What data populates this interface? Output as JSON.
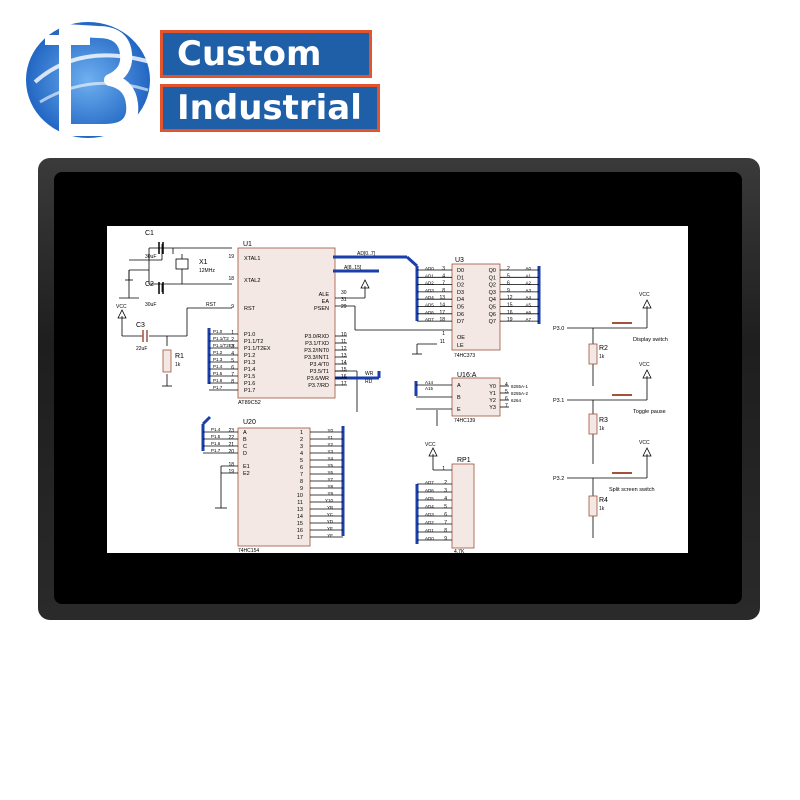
{
  "brand": {
    "logo_icon": "letter-b-globe-icon",
    "line1": "Custom",
    "line2": "Industrial",
    "colors": {
      "primary": "#1f5fa8",
      "accent": "#e2542b"
    }
  },
  "schematic": {
    "mcu": {
      "ref": "U1",
      "part": "AT89C52",
      "left_pins": [
        {
          "name": "XTAL1",
          "num": "19"
        },
        {
          "name": "XTAL2",
          "num": "18"
        },
        {
          "name": "RST",
          "num": "9"
        },
        {
          "name": "P1.0",
          "num": "1"
        },
        {
          "name": "P1.1/T2",
          "num": "2"
        },
        {
          "name": "P1.1/T2EX",
          "num": "3"
        },
        {
          "name": "P1.2",
          "num": "4"
        },
        {
          "name": "P1.3",
          "num": "5"
        },
        {
          "name": "P1.4",
          "num": "6"
        },
        {
          "name": "P1.5",
          "num": "7"
        },
        {
          "name": "P1.6",
          "num": "8"
        },
        {
          "name": "P1.7",
          "num": ""
        }
      ],
      "right_pins": [
        {
          "name": "ALE",
          "num": "30"
        },
        {
          "name": "EA",
          "num": "31"
        },
        {
          "name": "PSEN",
          "num": "29"
        },
        {
          "name": "P3.0/RXD",
          "num": "10"
        },
        {
          "name": "P3.1/TXD",
          "num": "11"
        },
        {
          "name": "P3.2/INT0",
          "num": "12"
        },
        {
          "name": "P3.3/INT1",
          "num": "13"
        },
        {
          "name": "P3.4/T0",
          "num": "14"
        },
        {
          "name": "P3.5/T1",
          "num": "15"
        },
        {
          "name": "P3.6/WR",
          "num": "16"
        },
        {
          "name": "P3.7/RD",
          "num": "17"
        }
      ],
      "bus1": "AD[0..7]",
      "bus2": "A[8..15]",
      "wr": "WR",
      "rd": "RD"
    },
    "caps": [
      {
        "ref": "C1",
        "value": "30uF"
      },
      {
        "ref": "C2",
        "value": "30uF"
      },
      {
        "ref": "C3",
        "value": "22uF"
      }
    ],
    "crystal": {
      "ref": "X1",
      "value": "12MHz"
    },
    "r1": {
      "ref": "R1",
      "value": "1k"
    },
    "vcc": "VCC",
    "rst_net": "RST",
    "latch": {
      "ref": "U3",
      "part": "74HC373",
      "in_pins": [
        "D0",
        "D1",
        "D2",
        "D3",
        "D4",
        "D5",
        "D6",
        "D7"
      ],
      "out_pins": [
        "Q0",
        "Q1",
        "Q2",
        "Q3",
        "Q4",
        "Q5",
        "Q6",
        "Q7"
      ],
      "in_nums": [
        "3",
        "4",
        "7",
        "8",
        "13",
        "14",
        "17",
        "18"
      ],
      "out_nums": [
        "2",
        "5",
        "6",
        "9",
        "12",
        "15",
        "16",
        "19"
      ],
      "in_nets": [
        "AD0",
        "AD1",
        "AD2",
        "AD3",
        "AD4",
        "AD5",
        "AD6",
        "AD7"
      ],
      "out_nets": [
        "A0",
        "A1",
        "A2",
        "A3",
        "A4",
        "A5",
        "A6",
        "A7"
      ],
      "oe": "OE",
      "le": "LE",
      "oe_num": "1",
      "le_num": "11"
    },
    "decoder2": {
      "ref": "U16:A",
      "part": "74HC139",
      "in_pins": [
        "A",
        "B",
        "E"
      ],
      "in_nets": [
        "A14",
        "A15"
      ],
      "out_pins": [
        "Y0",
        "Y1",
        "Y2",
        "Y3"
      ],
      "out_nums": [
        "4",
        "5",
        "6",
        "7"
      ],
      "out_nets": [
        "8255A-1",
        "8255A-2",
        "6264",
        ""
      ]
    },
    "decoder4": {
      "ref": "U20",
      "part": "74HC154",
      "in_pins": [
        "A",
        "B",
        "C",
        "D",
        "E1",
        "E2"
      ],
      "in_nets": [
        "P1.4",
        "P1.5",
        "P1.6",
        "P1.7"
      ],
      "in_nums": [
        "23",
        "22",
        "21",
        "20",
        "18",
        "19"
      ],
      "out_pins": [
        "Y0",
        "Y1",
        "Y2",
        "Y3",
        "Y4",
        "Y5",
        "Y6",
        "Y7",
        "Y8",
        "Y9",
        "Y10",
        "YB",
        "YC",
        "YD",
        "YE",
        "YF"
      ],
      "out_nums": [
        "1",
        "2",
        "3",
        "4",
        "5",
        "6",
        "7",
        "8",
        "9",
        "10",
        "11",
        "13",
        "14",
        "15",
        "16",
        "17"
      ]
    },
    "rpack": {
      "ref": "RP1",
      "value": "4.7K",
      "nets": [
        "AD7",
        "AD6",
        "AD5",
        "AD4",
        "AD3",
        "AD2",
        "AD1",
        "AD0"
      ],
      "nums": [
        "2",
        "3",
        "4",
        "5",
        "6",
        "7",
        "8",
        "9"
      ],
      "com": "1"
    },
    "switches": [
      {
        "port": "P3.0",
        "ref": "R2",
        "value": "1k",
        "label": "Display switch"
      },
      {
        "port": "P3.1",
        "ref": "R3",
        "value": "1k",
        "label": "Toggle pause"
      },
      {
        "port": "P3.2",
        "ref": "R4",
        "value": "1k",
        "label": "Split screen switch"
      }
    ]
  }
}
